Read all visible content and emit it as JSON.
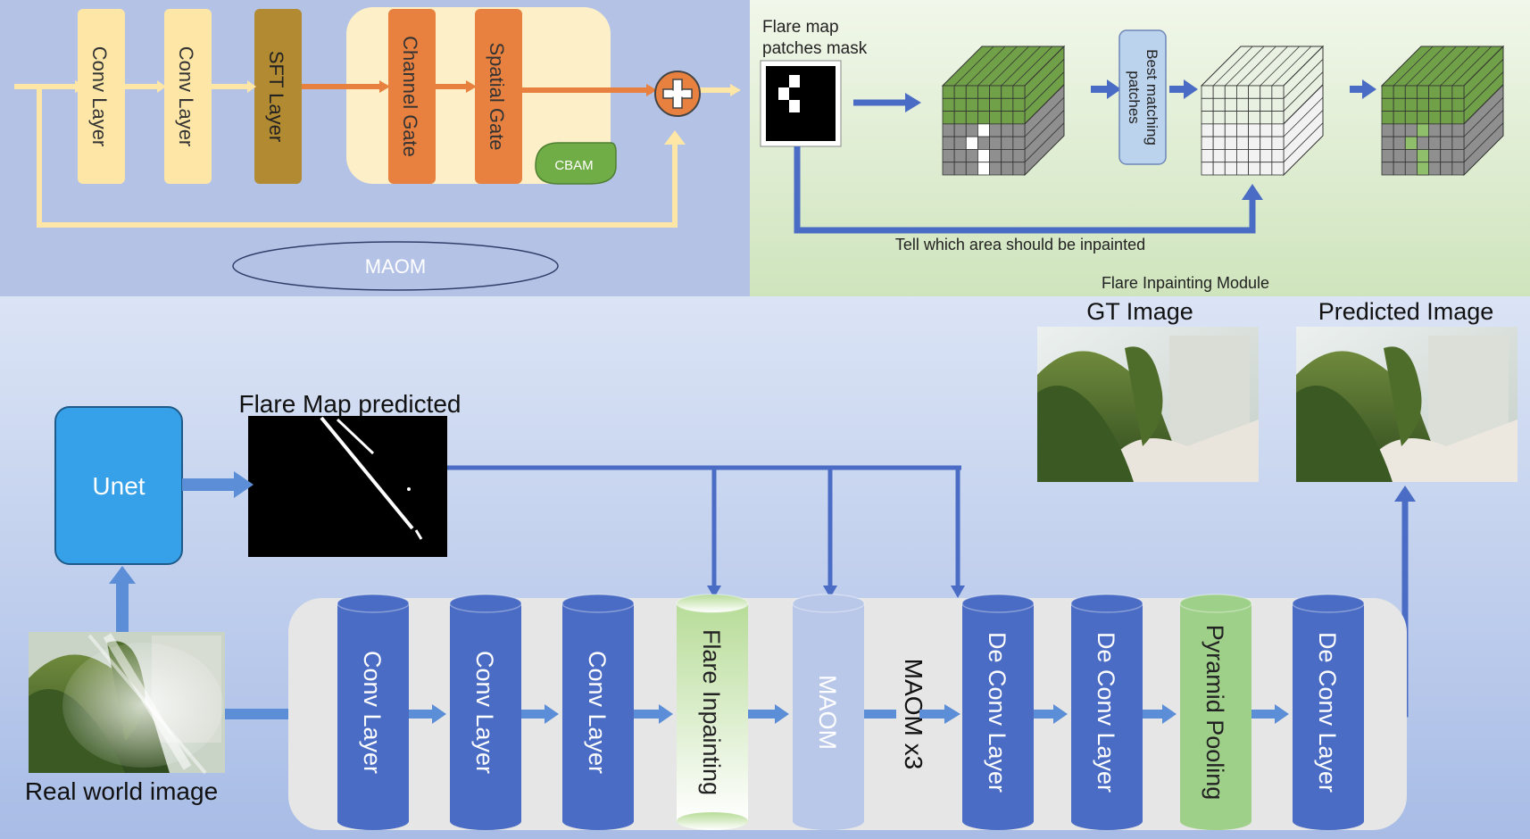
{
  "maom_panel": {
    "blocks": [
      "Conv Layer",
      "Conv Layer",
      "SFT  Layer",
      "Channel Gate",
      "Spatial Gate"
    ],
    "cbam_label": "CBAM",
    "plus_symbol": "+",
    "module_label": "MAOM"
  },
  "inpaint_panel": {
    "mask_label_line1": "Flare map",
    "mask_label_line2": "patches mask",
    "best_matching_line1": "Best matching",
    "best_matching_line2": "patches",
    "tell_text": "Tell which area should be inpainted",
    "module_label": "Flare Inpainting Module"
  },
  "main_pipeline": {
    "gt_label": "GT  Image",
    "pred_label": "Predicted Image",
    "flare_map_label": "Flare Map predicted",
    "unet_label": "Unet",
    "real_label": "Real world image",
    "maom_x3_label": "MAOM x3",
    "cylinders": [
      "Conv Layer",
      "Conv Layer",
      "Conv Layer",
      "Flare Inpainting",
      "MAOM",
      "De Conv Layer",
      "De Conv Layer",
      "Pyramid Pooling",
      "De Conv Layer"
    ]
  },
  "colors": {
    "top_left_bg": "#b4c2e6",
    "top_right_bg": "#dde9cf",
    "conv_yellow": "#fde6a6",
    "sft_brown": "#b28a32",
    "gate_orange": "#e8813f",
    "cbam_green": "#70ad47",
    "cyl_blue": "#4a6cc4",
    "arrow_blue": "#4a6cc4",
    "grid_green": "#70a048",
    "grid_gray": "#8f8f8f",
    "unet_blue": "#36a1e8"
  }
}
